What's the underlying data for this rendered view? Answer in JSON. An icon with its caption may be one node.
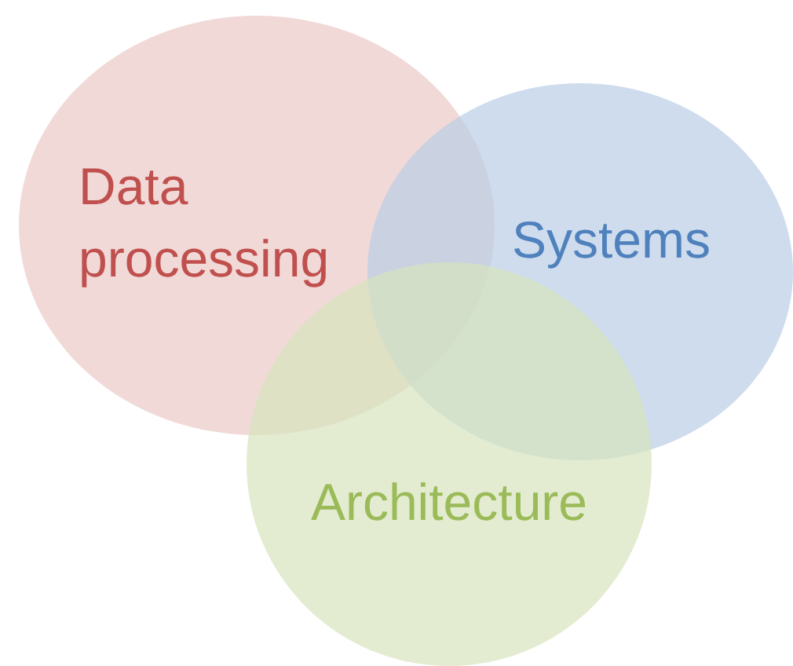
{
  "diagram": {
    "nodes": [
      {
        "text": [
          "Data processing"
        ]
      },
      {
        "text": [
          "Systems"
        ]
      },
      {
        "text": [
          "Architecture"
        ]
      }
    ]
  }
}
